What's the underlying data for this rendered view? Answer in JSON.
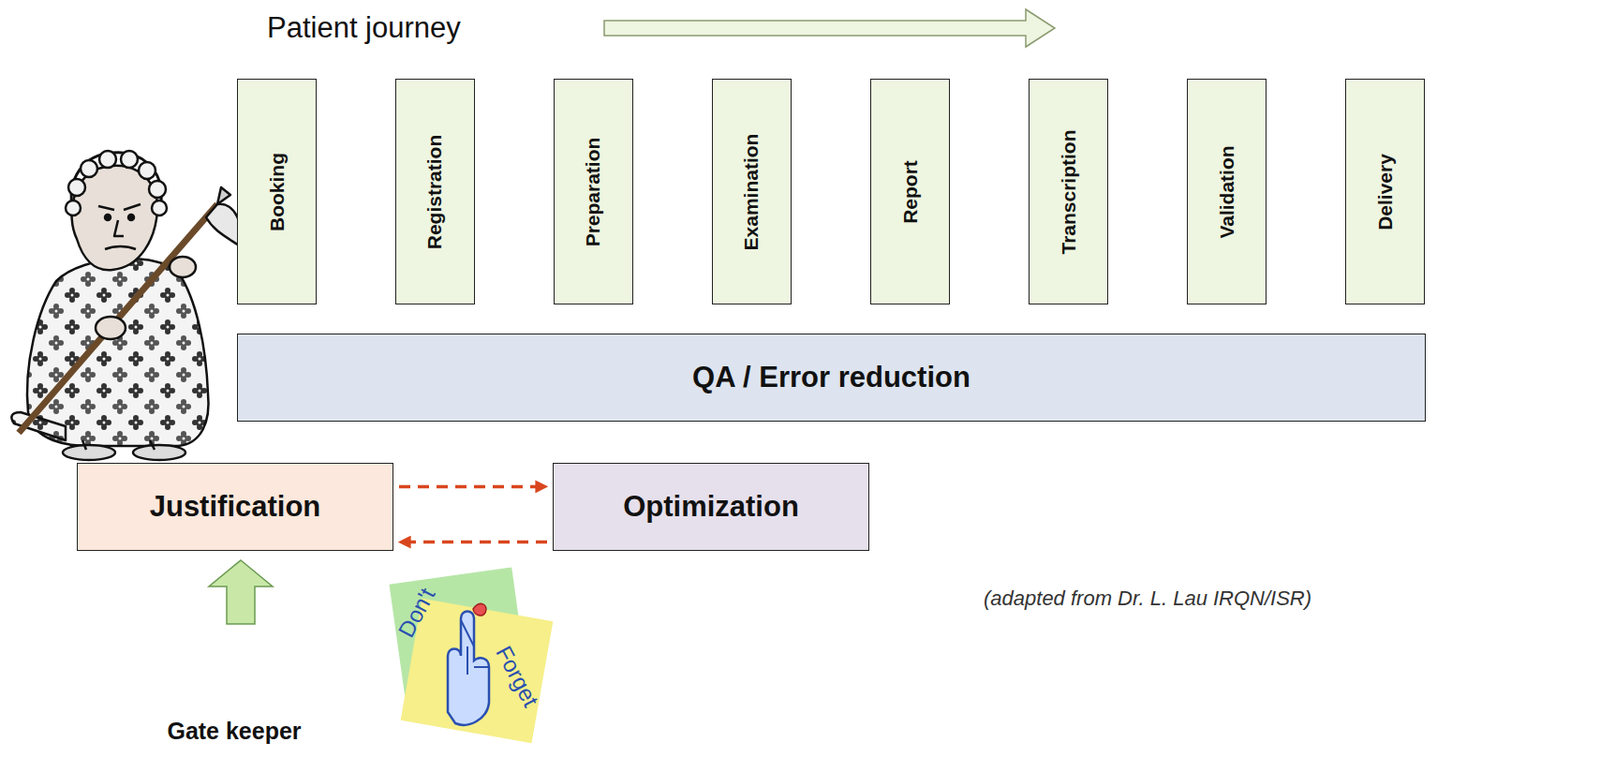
{
  "diagram": {
    "title": "Patient journey",
    "nodes": [
      {
        "text": [
          "Booking"
        ]
      },
      {
        "text": [
          "Registration"
        ]
      },
      {
        "text": [
          "Preparation"
        ]
      },
      {
        "text": [
          "Examination"
        ]
      },
      {
        "text": [
          "Report"
        ]
      },
      {
        "text": [
          "Transcription"
        ]
      },
      {
        "text": [
          "Validation"
        ]
      },
      {
        "text": [
          "Delivery"
        ]
      },
      {
        "text": [
          "QA / Error reduction"
        ]
      },
      {
        "text": [
          "Justification"
        ]
      },
      {
        "text": [
          "Optimization"
        ]
      }
    ],
    "edges": [
      {
        "from": 9,
        "to": 10,
        "arrow": "to"
      },
      {
        "from": 10,
        "to": 9,
        "arrow": "to"
      }
    ],
    "labels": [
      "Gate keeper",
      "Don't",
      "Forget",
      "(adapted from Dr. L. Lau IRQN/ISR)"
    ]
  }
}
